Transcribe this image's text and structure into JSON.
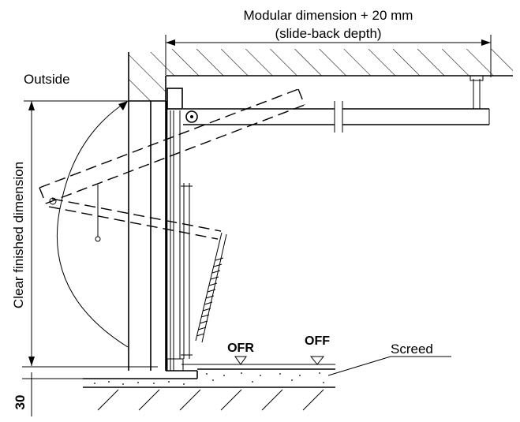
{
  "labels": {
    "dimension_line1": "Modular dimension + 20 mm",
    "dimension_line2": "(slide-back depth)",
    "outside": "Outside",
    "clear_finished": "Clear finished dimension",
    "ofr": "OFR",
    "off": "OFF",
    "screed": "Screed",
    "bottom_dim": "30"
  }
}
